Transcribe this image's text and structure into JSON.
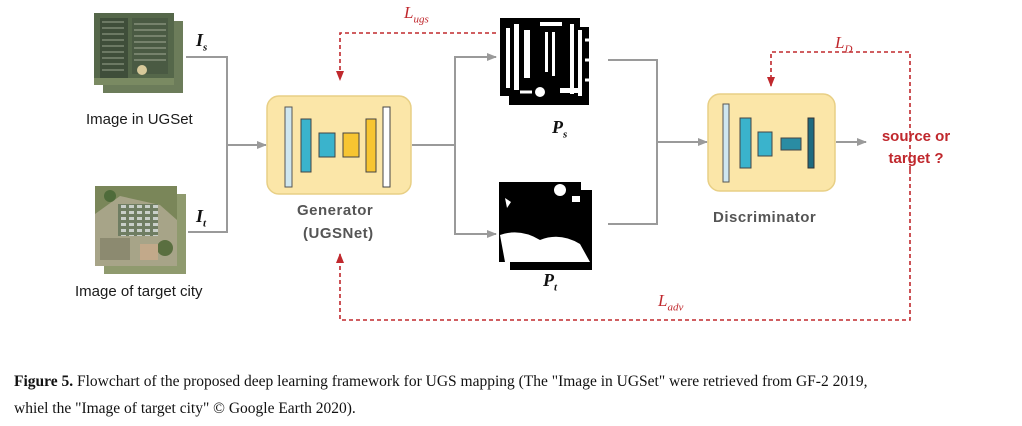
{
  "inputs": {
    "source": {
      "label": "Image in UGSet",
      "symbol": "I",
      "sub": "s"
    },
    "target": {
      "label": "Image of target city",
      "symbol": "I",
      "sub": "t"
    }
  },
  "generator": {
    "name": "Generator",
    "subname": "(UGSNet)"
  },
  "predictions": {
    "source": {
      "symbol": "P",
      "sub": "s"
    },
    "target": {
      "symbol": "P",
      "sub": "t"
    }
  },
  "discriminator": {
    "name": "Discriminator"
  },
  "output": {
    "line1": "source or",
    "line2": "target ?"
  },
  "losses": {
    "ugs": {
      "symbol": "L",
      "sub": "ugs"
    },
    "d": {
      "symbol": "L",
      "sub": "D"
    },
    "adv": {
      "symbol": "L",
      "sub": "adv"
    }
  },
  "caption": {
    "bold": "Figure 5.",
    "text": " Flowchart of the proposed deep learning framework for UGS mapping (The \"Image in UGSet\" were retrieved from GF-2 2019,",
    "line2": "whiel the \"Image of target city\" © Google Earth 2020)."
  },
  "colors": {
    "loss_red": "#c0282d",
    "module_bg": "#fbe6a8",
    "module_border": "#e8cf85",
    "arrow_gray": "#9a9a9a",
    "layer_blue": "#3ab3cc",
    "layer_yellow": "#f7c531",
    "layer_dark": "#1e6b80"
  }
}
